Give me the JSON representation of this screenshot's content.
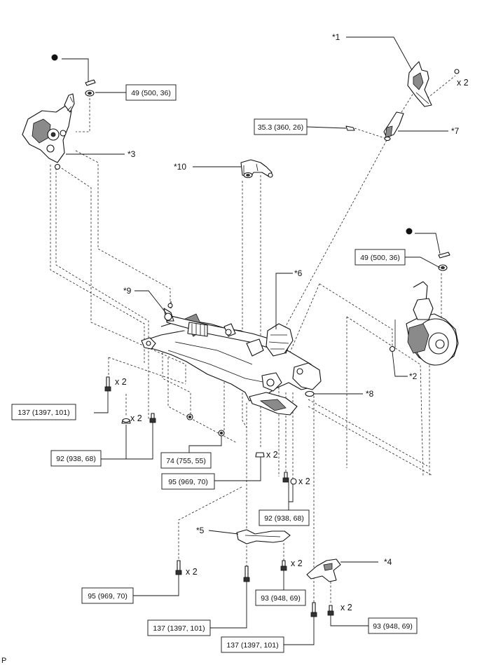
{
  "callouts": {
    "c1": "*1",
    "c2": "*2",
    "c3": "*3",
    "c4": "*4",
    "c5": "*5",
    "c6": "*6",
    "c7": "*7",
    "c8": "*8",
    "c9": "*9",
    "c10": "*10"
  },
  "torque": {
    "t_nut_left": "49 (500, 36)",
    "t_nut_right": "49 (500, 36)",
    "t_bolt_7": "35.3 (360, 26)",
    "t_137_a": "137 (1397, 101)",
    "t_92_a": "92 (938, 68)",
    "t_74": "74 (755, 55)",
    "t_95_a": "95 (969, 70)",
    "t_92_b": "92 (938, 68)",
    "t_95_b": "95 (969, 70)",
    "t_93_a": "93 (948, 69)",
    "t_137_b": "137 (1397, 101)",
    "t_137_c": "137 (1397, 101)",
    "t_93_b": "93 (948, 69)"
  },
  "multipliers": {
    "m1": "x 2",
    "m2": "x 2",
    "m3": "x 2",
    "m4": "x 2",
    "m5": "x 2",
    "m6": "x 2",
    "m7": "x 2",
    "m8": "x 2"
  },
  "footer": {
    "code": "P"
  }
}
